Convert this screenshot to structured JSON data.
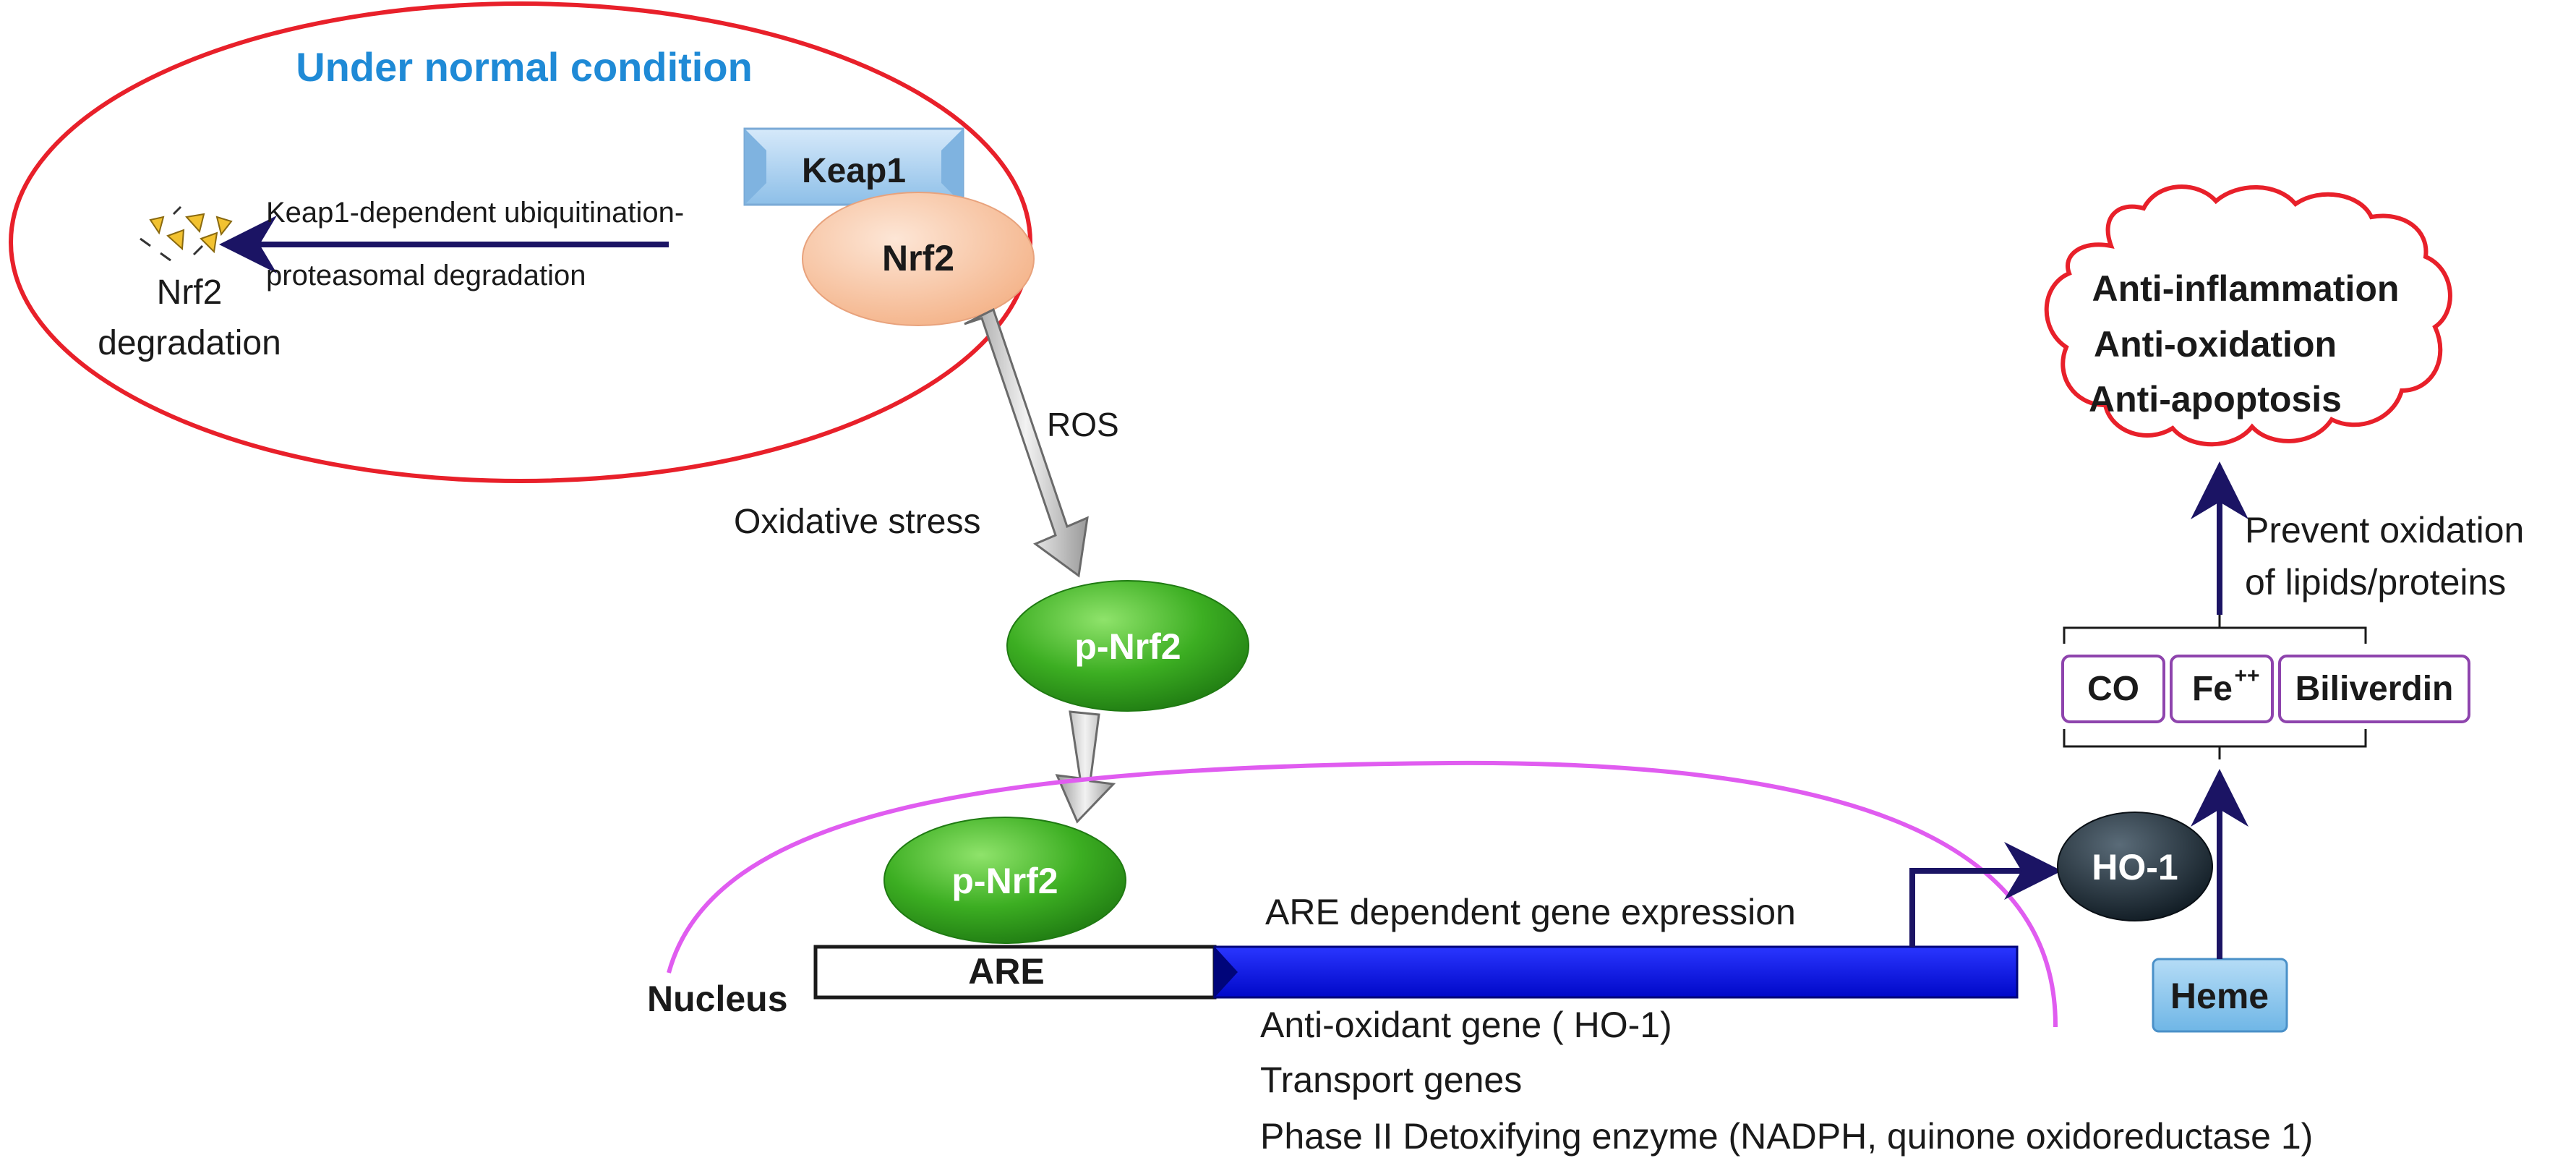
{
  "normal_condition": {
    "title": "Under normal condition",
    "keap1": "Keap1",
    "nrf2": "Nrf2",
    "degradation_label_line1": "Keap1-dependent ubiquitination-",
    "degradation_label_line2": "proteasomal degradation",
    "nrf2_degradation_line1": "Nrf2",
    "nrf2_degradation_line2": "degradation"
  },
  "activation": {
    "ros": "ROS",
    "oxidative_stress": "Oxidative stress",
    "p_nrf2": "p-Nrf2",
    "p_nrf2_nucleus": "p-Nrf2"
  },
  "nucleus": {
    "label": "Nucleus",
    "are": "ARE",
    "expression_label": "ARE dependent gene expression",
    "genes": [
      "Anti-oxidant gene ( HO-1)",
      "Transport genes",
      "Phase II Detoxifying enzyme (NADPH, quinone  oxidoreductase 1)"
    ]
  },
  "ho1_pathway": {
    "ho1": "HO-1",
    "heme": "Heme",
    "products": [
      "CO",
      "Fe",
      "Biliverdin"
    ],
    "fe_superscript": "++",
    "prevent_line1": "Prevent oxidation",
    "prevent_line2": "of lipids/proteins",
    "outcomes": [
      "Anti-inflammation",
      "Anti-oxidation",
      "Anti-apoptosis"
    ]
  },
  "colors": {
    "red_outline": "#e8202a",
    "title_blue": "#1f8ad6",
    "navy_arrow": "#1b1464",
    "nucleus_magenta": "#e05cf0",
    "gene_bar_blue": "#0a12e8",
    "product_box_purple": "#8e44ad",
    "green_node": "#2fa21c",
    "peach_node": "#f7c2a0",
    "keap1_box": "#a9cff0",
    "heme_box": "#8cc6ee",
    "ho1_dark": "#1d2a33"
  }
}
